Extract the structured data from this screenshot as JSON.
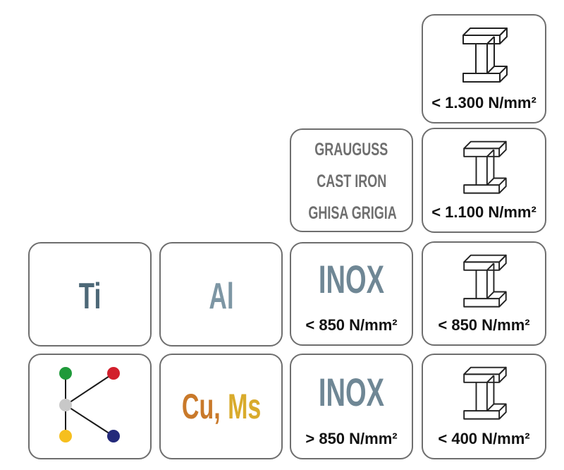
{
  "colors": {
    "border": "#6e6e6e",
    "ti_text": "#4d6877",
    "al_text": "#7d96a4",
    "inox_text": "#6f8795",
    "grauguss_text": "#6f6f6f",
    "cu_text": "#c9792a",
    "ms_text": "#d9ab2c",
    "dot_green": "#1f9a3a",
    "dot_red": "#d21f2c",
    "dot_gray": "#c8c8c8",
    "dot_yellow": "#f6bf1e",
    "dot_navy": "#23297a"
  },
  "beams": [
    {
      "label": "< 1.300 N/mm²",
      "icon": "i-beam-icon"
    },
    {
      "label": "< 1.100 N/mm²",
      "icon": "i-beam-icon"
    },
    {
      "label": "< 850 N/mm²",
      "icon": "i-beam-icon"
    },
    {
      "label": "< 400 N/mm²",
      "icon": "i-beam-icon"
    }
  ],
  "grauguss": {
    "lines": [
      "GRAUGUSS",
      "CAST IRON",
      "GHISA GRIGIA"
    ]
  },
  "inox_upper": {
    "title": "INOX",
    "sub": "< 850 N/mm²"
  },
  "inox_lower": {
    "title": "INOX",
    "sub": "> 850 N/mm²"
  },
  "ti": {
    "label": "Ti"
  },
  "al": {
    "label": "Al"
  },
  "cu_ms": {
    "cu": "Cu,",
    "ms": "Ms"
  },
  "molecule": {
    "icon": "molecule-icon"
  }
}
